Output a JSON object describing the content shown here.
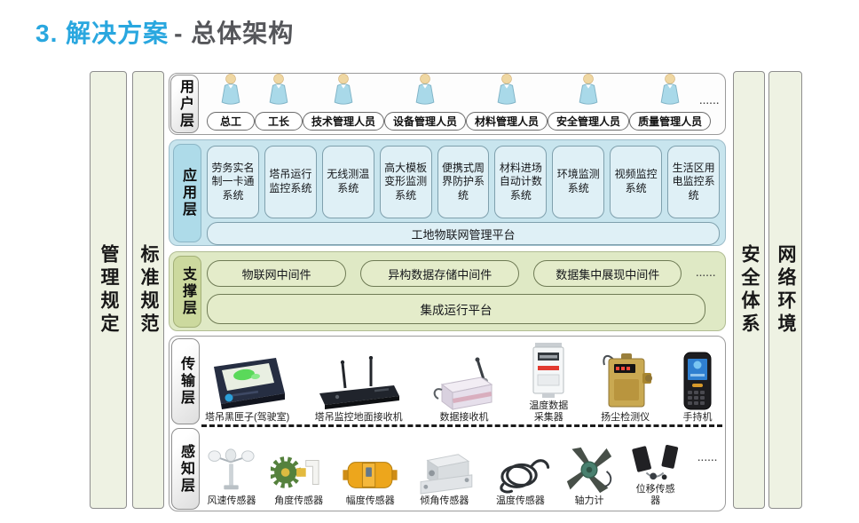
{
  "title": {
    "highlight": "3. 解决方案",
    "rest": "- 总体架构"
  },
  "side_bars": {
    "left": [
      "管理规定",
      "标准规范"
    ],
    "right": [
      "安全体系",
      "网络环境"
    ]
  },
  "layers": {
    "user": {
      "label": "用户层",
      "roles": [
        "总工",
        "工长",
        "技术管理人员",
        "设备管理人员",
        "材料管理人员",
        "安全管理人员",
        "质量管理人员"
      ],
      "more": "......"
    },
    "application": {
      "label": "应用层",
      "systems": [
        "劳务实名制一卡通系统",
        "塔吊运行监控系统",
        "无线测温系统",
        "高大模板变形监测系统",
        "便携式周界防护系统",
        "材料进场自动计数系统",
        "环境监测系统",
        "视频监控系统",
        "生活区用电监控系统"
      ],
      "platform": "工地物联网管理平台"
    },
    "support": {
      "label": "支撑层",
      "middlewares": [
        "物联网中间件",
        "异构数据存储中间件",
        "数据集中展现中间件"
      ],
      "more": "......",
      "platform": "集成运行平台"
    },
    "transmission": {
      "label": "传输层",
      "devices": [
        {
          "name": "塔吊黑匣子(驾驶室)",
          "icon": "crane-blackbox-icon"
        },
        {
          "name": "塔吊监控地面接收机",
          "icon": "ground-receiver-icon"
        },
        {
          "name": "数据接收机",
          "icon": "data-receiver-icon"
        },
        {
          "name": "温度数据采集器",
          "icon": "temperature-collector-icon"
        },
        {
          "name": "扬尘检测仪",
          "icon": "dust-monitor-icon"
        },
        {
          "name": "手持机",
          "icon": "handheld-terminal-icon"
        }
      ]
    },
    "perception": {
      "label": "感知层",
      "sensors": [
        {
          "name": "风速传感器",
          "icon": "wind-speed-sensor-icon"
        },
        {
          "name": "角度传感器",
          "icon": "angle-sensor-icon"
        },
        {
          "name": "幅度传感器",
          "icon": "amplitude-sensor-icon"
        },
        {
          "name": "倾角传感器",
          "icon": "tilt-sensor-icon"
        },
        {
          "name": "温度传感器",
          "icon": "temperature-sensor-icon"
        },
        {
          "name": "轴力计",
          "icon": "axial-force-gauge-icon"
        },
        {
          "name": "位移传感器",
          "icon": "displacement-sensor-icon"
        }
      ],
      "more": "......"
    }
  },
  "colors": {
    "title_accent": "#29a7df",
    "title_dark": "#55565a",
    "app_layer_bg": "#c8e5ee",
    "app_box_bg": "#dff0f6",
    "support_layer_bg": "#dfe9c5",
    "support_box_bg": "#e4ecca",
    "side_bar_bg": "#eef2e3"
  }
}
